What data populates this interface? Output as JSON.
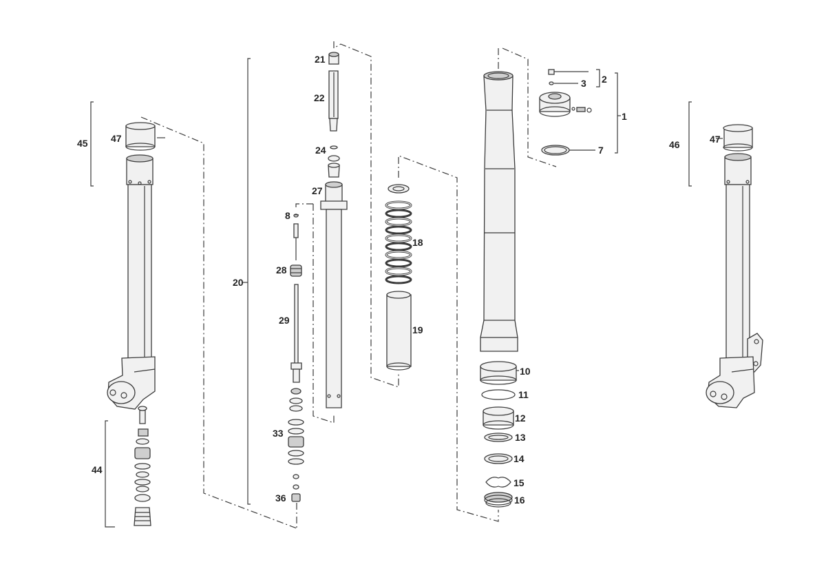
{
  "callouts": [
    {
      "id": "1",
      "text": "1"
    },
    {
      "id": "2",
      "text": "2"
    },
    {
      "id": "3",
      "text": "3"
    },
    {
      "id": "7",
      "text": "7"
    },
    {
      "id": "8",
      "text": "8"
    },
    {
      "id": "10",
      "text": "10"
    },
    {
      "id": "11",
      "text": "11"
    },
    {
      "id": "12",
      "text": "12"
    },
    {
      "id": "13",
      "text": "13"
    },
    {
      "id": "14",
      "text": "14"
    },
    {
      "id": "15",
      "text": "15"
    },
    {
      "id": "16",
      "text": "16"
    },
    {
      "id": "18",
      "text": "18"
    },
    {
      "id": "19",
      "text": "19"
    },
    {
      "id": "20",
      "text": "20"
    },
    {
      "id": "21",
      "text": "21"
    },
    {
      "id": "22",
      "text": "22"
    },
    {
      "id": "24",
      "text": "24"
    },
    {
      "id": "27",
      "text": "27"
    },
    {
      "id": "28",
      "text": "28"
    },
    {
      "id": "29",
      "text": "29"
    },
    {
      "id": "33",
      "text": "33"
    },
    {
      "id": "36",
      "text": "36"
    },
    {
      "id": "44",
      "text": "44"
    },
    {
      "id": "45",
      "text": "45"
    },
    {
      "id": "46",
      "text": "46"
    },
    {
      "id": "47a",
      "text": "47"
    },
    {
      "id": "47b",
      "text": "47"
    }
  ]
}
